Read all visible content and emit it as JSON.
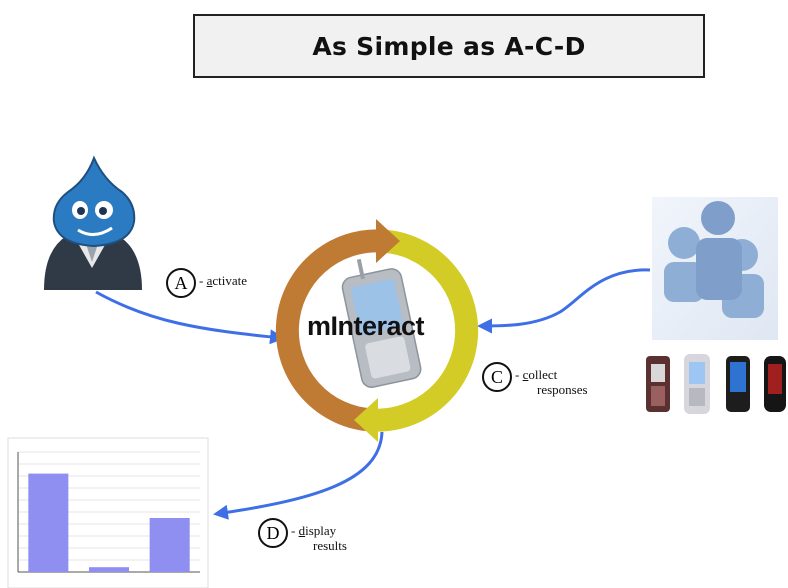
{
  "title": "As Simple as A-C-D",
  "center": {
    "label": "mInteract"
  },
  "steps": [
    {
      "letter": "A",
      "prefix": " - ",
      "key": "a",
      "rest": "ctivate",
      "line2": ""
    },
    {
      "letter": "C",
      "prefix": " - ",
      "key": "c",
      "rest": "ollect",
      "line2": "responses"
    },
    {
      "letter": "D",
      "prefix": " - ",
      "key": "d",
      "rest": "isplay",
      "line2": "results"
    }
  ],
  "chart_data": {
    "type": "bar",
    "categories": [
      "",
      "",
      ""
    ],
    "values": [
      0.82,
      0.04,
      0.45
    ],
    "title": "",
    "xlabel": "",
    "ylabel": "",
    "ylim": [
      0,
      1
    ],
    "grid": true
  },
  "colors": {
    "arrow": "#3e6fe6",
    "ring_orange": "#bf7b33",
    "ring_yellow": "#d3cc26",
    "bar": "#8f8ff1",
    "drupal_blue": "#2b7bc2",
    "group_blue": "#8eaed6"
  },
  "icons": [
    "drupal-user-icon",
    "smartphone-icon",
    "user-group-icon",
    "phones-icon"
  ]
}
